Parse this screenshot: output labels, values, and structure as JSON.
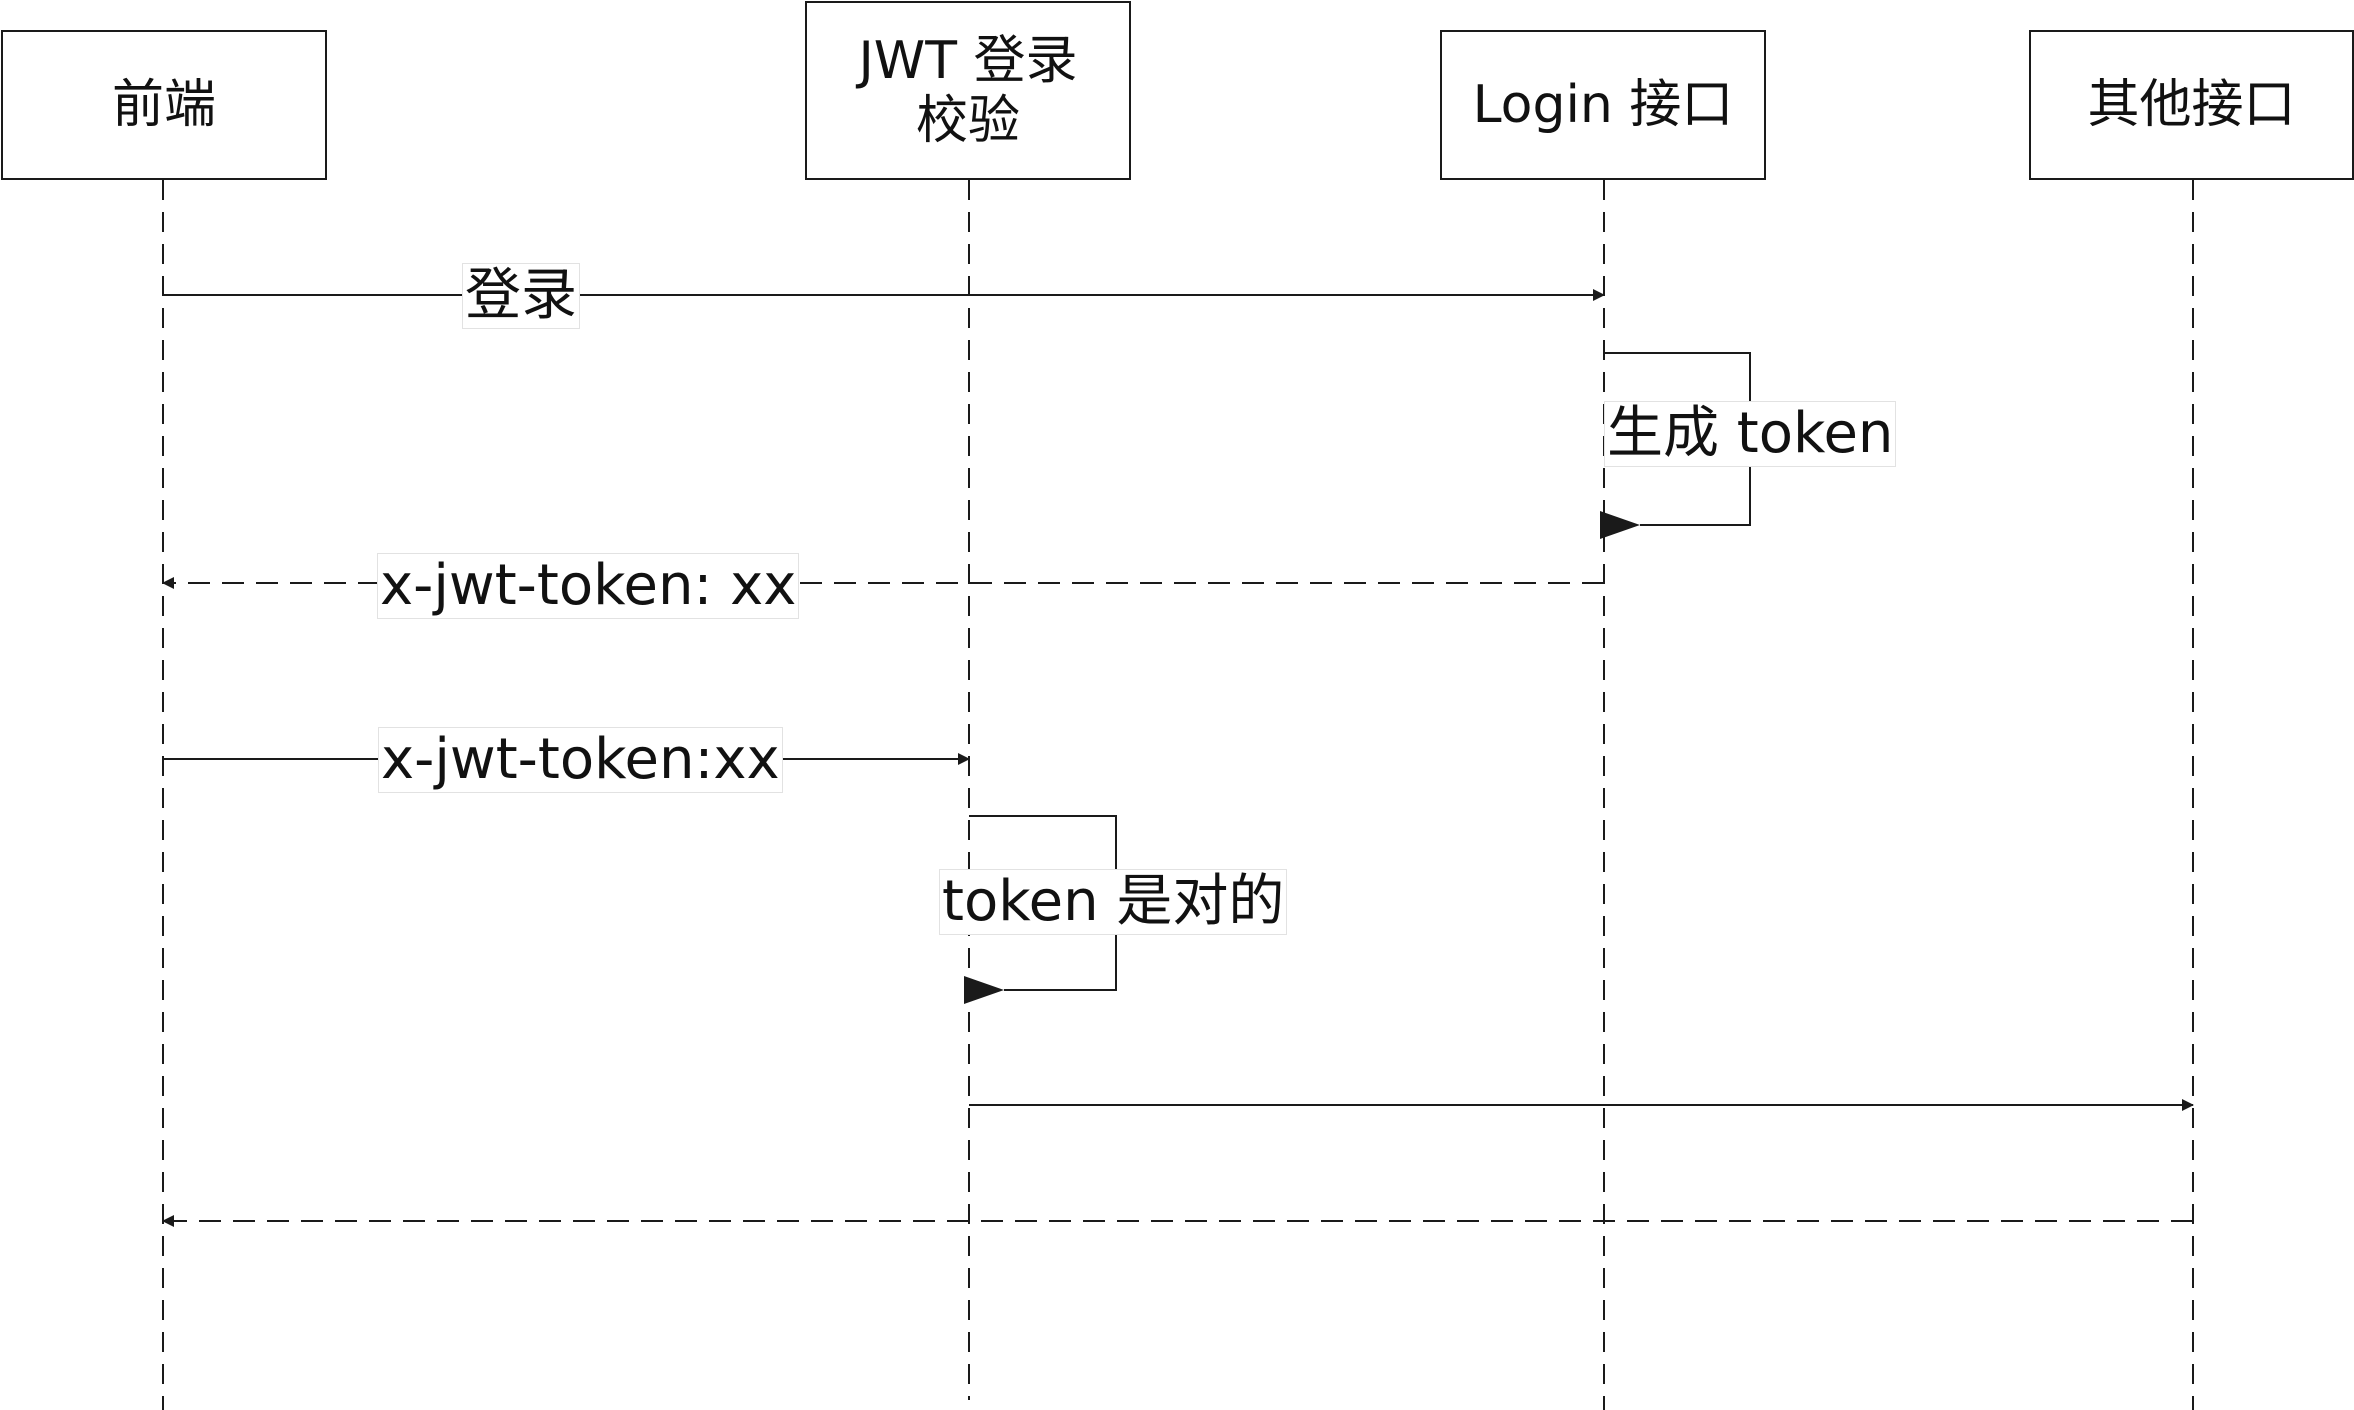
{
  "participants": [
    {
      "id": "frontend",
      "label": "前端"
    },
    {
      "id": "jwt",
      "label_line1": "JWT 登录",
      "label_line2": "校验"
    },
    {
      "id": "login",
      "label": "Login 接口"
    },
    {
      "id": "other",
      "label": "其他接口"
    }
  ],
  "messages": [
    {
      "id": "m1",
      "from": "frontend",
      "to": "login",
      "style": "solid",
      "label": "登录"
    },
    {
      "id": "m2",
      "from": "login",
      "to": "login",
      "style": "solid",
      "label": "生成 token"
    },
    {
      "id": "m3",
      "from": "login",
      "to": "frontend",
      "style": "dashed",
      "label": "x-jwt-token: xx"
    },
    {
      "id": "m4",
      "from": "frontend",
      "to": "jwt",
      "style": "solid",
      "label": "x-jwt-token:xx"
    },
    {
      "id": "m5",
      "from": "jwt",
      "to": "jwt",
      "style": "solid",
      "label": "token 是对的"
    },
    {
      "id": "m6",
      "from": "jwt",
      "to": "other",
      "style": "solid",
      "label": ""
    },
    {
      "id": "m7",
      "from": "other",
      "to": "frontend",
      "style": "dashed",
      "label": ""
    }
  ],
  "colors": {
    "line": "#1a1a1a",
    "background": "#ffffff"
  }
}
